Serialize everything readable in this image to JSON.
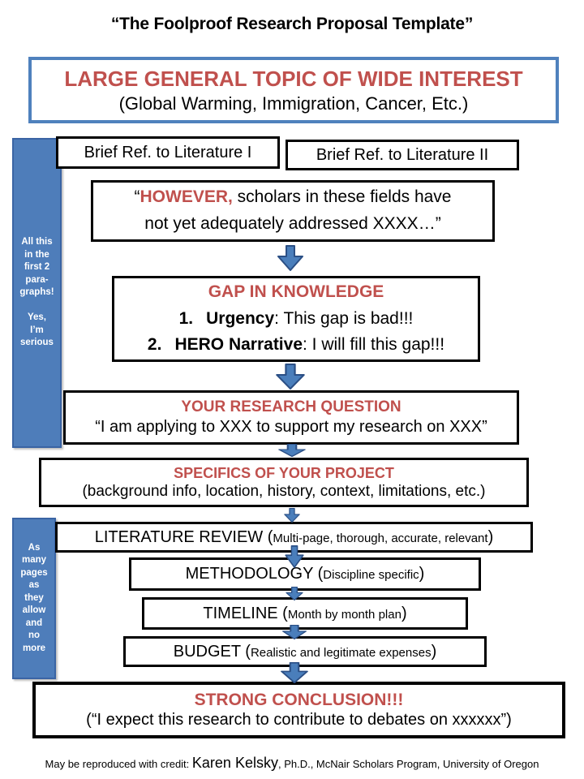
{
  "colors": {
    "accent_red": "#C0504D",
    "arrow_fill": "#4A7EBB",
    "arrow_stroke": "#2B4F85",
    "sidebar_fill": "#4E7DBA",
    "topic_border_blue": "#4F81BD"
  },
  "title": "“The Foolproof Research Proposal Template”",
  "topic_box": {
    "heading": "LARGE GENERAL TOPIC OF WIDE INTEREST",
    "examples": "(Global Warming, Immigration, Cancer, Etc.)"
  },
  "literature_refs": [
    "Brief Ref. to Literature I",
    "Brief Ref. to Literature II"
  ],
  "sidebar_top_note": "All this\nin the\nfirst 2\npara-\ngraphs!\n\nYes,\nI’m\nserious",
  "however_box": {
    "line1_prefix": "“",
    "line1_emphasis": "HOWEVER,",
    "line1_rest": " scholars in these fields have",
    "line2": "not yet adequately addressed XXXX…”"
  },
  "gap_box": {
    "title": "GAP IN KNOWLEDGE",
    "items": [
      {
        "num": "1.",
        "term": "Urgency",
        "rest": ":  This gap is bad!!!"
      },
      {
        "num": "2.",
        "term": "HERO Narrative",
        "rest": ": I will fill this gap!!!"
      }
    ]
  },
  "research_question_box": {
    "title": "YOUR RESEARCH QUESTION",
    "quote": "“I am applying to XXX to support my research on XXX”"
  },
  "specifics_box": {
    "title": "SPECIFICS OF YOUR PROJECT",
    "detail": "(background info, location, history, context, limitations, etc.)"
  },
  "sidebar_bottom_note": "As\nmany\npages\nas\nthey\nallow\nand\nno\nmore",
  "stack_sections": [
    {
      "main": "LITERATURE REVIEW (",
      "detail": "Multi-page, thorough, accurate, relevant",
      "close": ")"
    },
    {
      "main": "METHODOLOGY (",
      "detail": "Discipline specific",
      "close": ")"
    },
    {
      "main": "TIMELINE (",
      "detail": "Month by month plan",
      "close": ")"
    },
    {
      "main": "BUDGET (",
      "detail": "Realistic and legitimate expenses",
      "close": ")"
    }
  ],
  "conclusion_box": {
    "title": "STRONG CONCLUSION!!!",
    "quote": "(“I expect this research to contribute to debates on xxxxxx”)"
  },
  "credit": {
    "prefix": "May be reproduced with credit: ",
    "name": "Karen Kelsky",
    "suffix": ", Ph.D., McNair Scholars Program, University of Oregon"
  }
}
